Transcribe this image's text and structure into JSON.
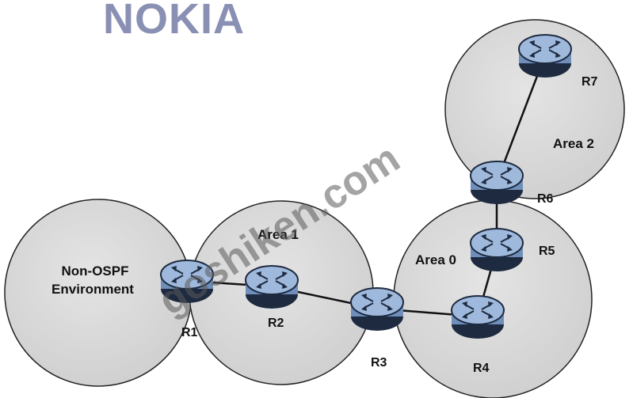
{
  "logo": {
    "text": "NOKIA",
    "color": "#8a90b3"
  },
  "watermark": {
    "text": "goshiken.com"
  },
  "areas": {
    "non_ospf": {
      "line1": "Non-OSPF",
      "line2": "Environment"
    },
    "area1": "Area 1",
    "area0": "Area 0",
    "area2": "Area 2"
  },
  "routers": {
    "r1": "R1",
    "r2": "R2",
    "r3": "R3",
    "r4": "R4",
    "r5": "R5",
    "r6": "R6",
    "r7": "R7"
  },
  "links": [
    [
      "R1",
      "R2"
    ],
    [
      "R2",
      "R3"
    ],
    [
      "R3",
      "R4"
    ],
    [
      "R4",
      "R5"
    ],
    [
      "R5",
      "R6"
    ],
    [
      "R6",
      "R7"
    ]
  ],
  "colors": {
    "area_fill": "#d6d6d6",
    "router_body": "#7d9bc3",
    "router_top": "#a9c1e0"
  }
}
